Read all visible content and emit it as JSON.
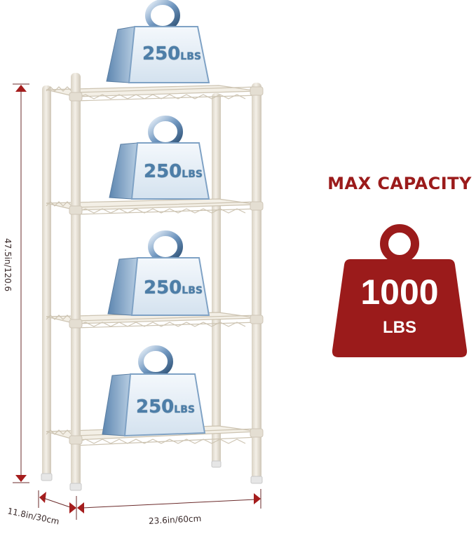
{
  "infographic": {
    "headline": "MAX CAPACITY",
    "total_capacity": {
      "value": "1000",
      "unit": "LBS",
      "icon": "weight-icon",
      "color": "#9b1b1b"
    },
    "shelves": [
      {
        "tier": 1,
        "load_value": "250",
        "load_unit": "LBS",
        "side_text": "250lbs"
      },
      {
        "tier": 2,
        "load_value": "250",
        "load_unit": "LBS",
        "side_text": "250lbs"
      },
      {
        "tier": 3,
        "load_value": "250",
        "load_unit": "LBS",
        "side_text": "250lbs"
      },
      {
        "tier": 4,
        "load_value": "250",
        "load_unit": "LBS",
        "side_text": "250lbs"
      }
    ],
    "dimensions": {
      "height": "47.5in/120.6",
      "depth": "11.8in/30cm",
      "width": "23.6in/60cm"
    },
    "colors": {
      "accent_red": "#9b1b1b",
      "arrow_red": "#a51d1d",
      "shelf_cream": "#ece6da",
      "weight_silver": "#dfe9f3",
      "weight_text_blue": "#4d7ea8"
    }
  }
}
